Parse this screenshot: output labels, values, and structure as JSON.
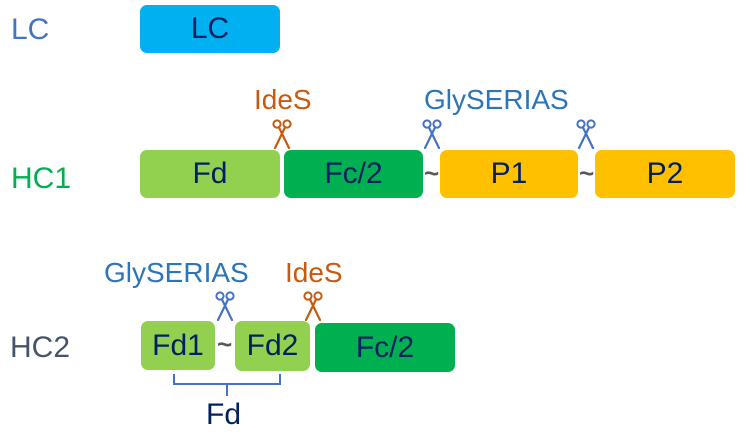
{
  "colors": {
    "lc_label": "#4472C4",
    "hc1_label": "#00B050",
    "hc2_label": "#44546A",
    "lc_block": "#00B0F0",
    "fd_block": "#92D050",
    "fc_block": "#00B050",
    "p_block": "#FFC000",
    "block_text": "#002060",
    "ides": "#C55A11",
    "glyserias": "#2E75B6",
    "bracket": "#4472C4",
    "linker": "#595959"
  },
  "lc": {
    "label": "LC",
    "blocks": [
      {
        "text": "LC"
      }
    ]
  },
  "hc1": {
    "label": "HC1",
    "blocks": [
      {
        "text": "Fd"
      },
      {
        "text": "Fc/2"
      },
      {
        "text": "P1"
      },
      {
        "text": "P2"
      }
    ],
    "linkers": [
      "~",
      "~"
    ],
    "enzymes": [
      {
        "name": "IdeS",
        "icon": "scissors-icon"
      },
      {
        "name": "GlySERIAS",
        "icon": "scissors-icon"
      }
    ]
  },
  "hc2": {
    "label": "HC2",
    "blocks": [
      {
        "text": "Fd1"
      },
      {
        "text": "Fd2"
      },
      {
        "text": "Fc/2"
      }
    ],
    "linkers": [
      "~"
    ],
    "enzymes": [
      {
        "name": "GlySERIAS",
        "icon": "scissors-icon"
      },
      {
        "name": "IdeS",
        "icon": "scissors-icon"
      }
    ],
    "bracket_label": "Fd"
  }
}
